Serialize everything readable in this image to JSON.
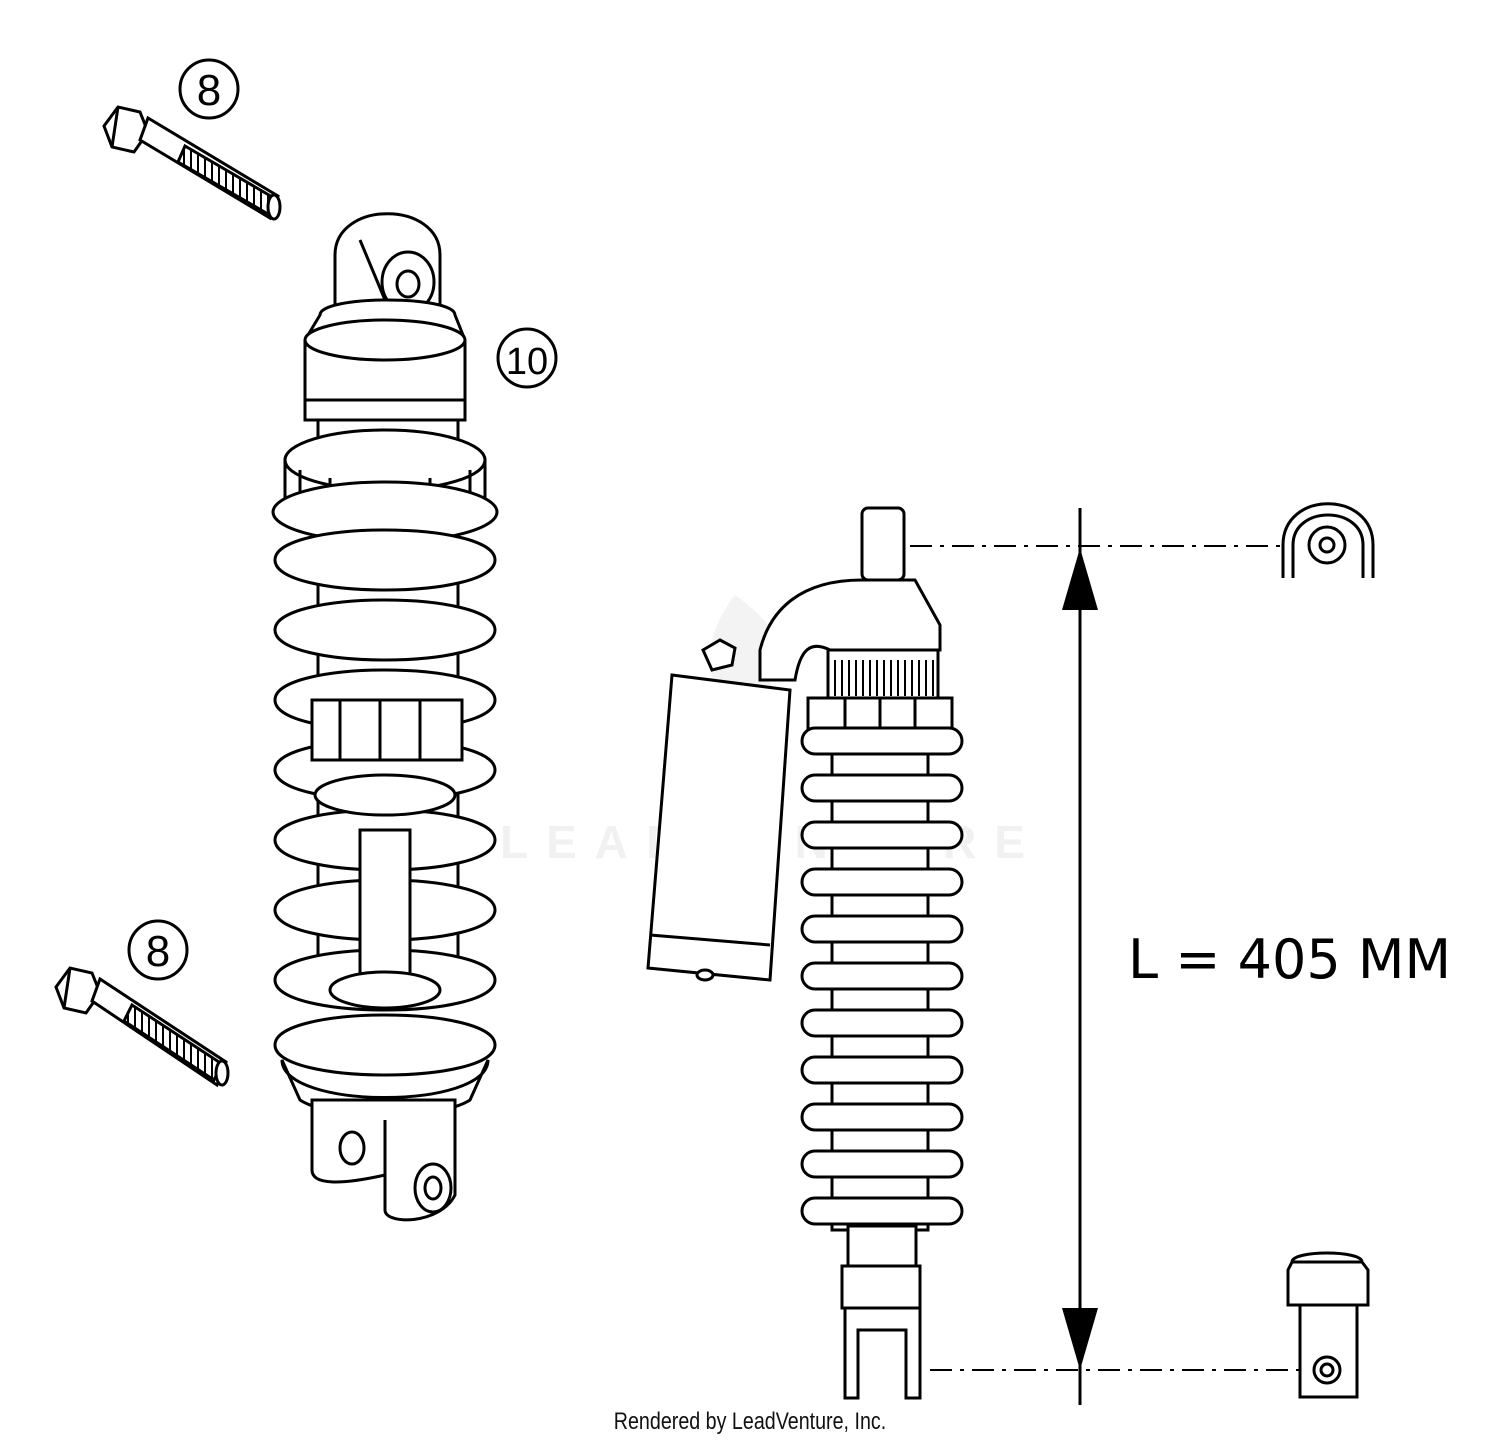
{
  "callouts": {
    "bolt_top": "8",
    "shock_absorber": "10",
    "bolt_bottom": "8"
  },
  "dimension": {
    "label": "L = 405 MM"
  },
  "watermark": {
    "text": "LEADVENTURE"
  },
  "footer": {
    "text": "Rendered by LeadVenture, Inc."
  },
  "colors": {
    "line": "#000000",
    "background": "#ffffff",
    "watermark": "#e6e6e6"
  }
}
